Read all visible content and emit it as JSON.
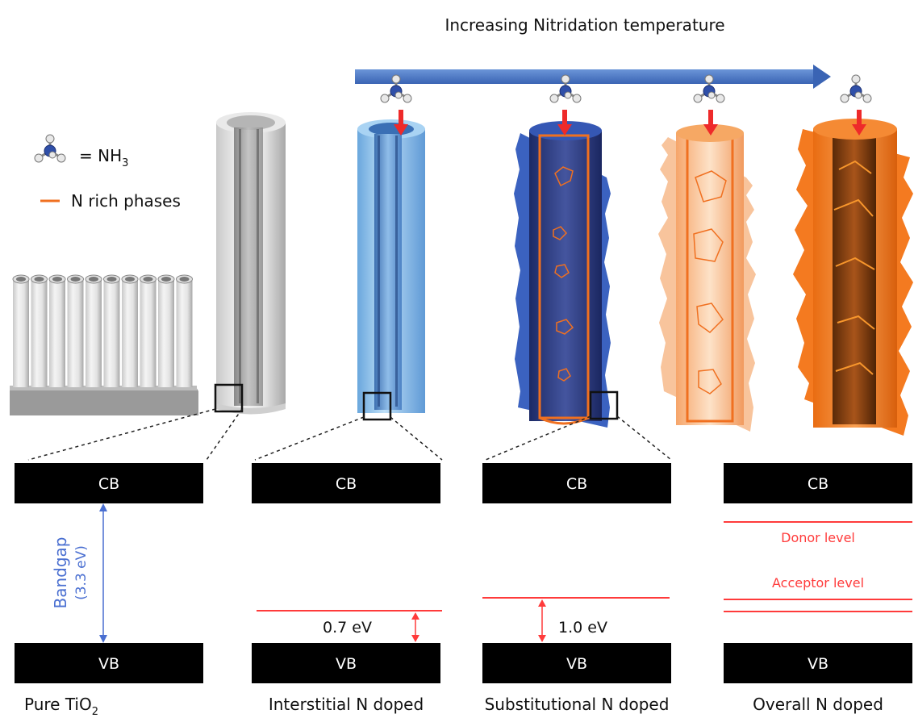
{
  "header": {
    "arrow_label": "Increasing Nitridation temperature"
  },
  "legend": {
    "nh3_eq": "= NH",
    "nh3_sub": "3",
    "n_rich": "N rich phases"
  },
  "bands": {
    "cb": "CB",
    "vb": "VB"
  },
  "panel1": {
    "bandgap_label": "Bandgap",
    "bandgap_value": "(3.3 eV)",
    "caption": "Pure TiO",
    "caption_sub": "2"
  },
  "panel2": {
    "gap": "0.7 eV",
    "caption": "Interstitial N doped"
  },
  "panel3": {
    "gap": "1.0 eV",
    "caption": "Substitutional N doped"
  },
  "panel4": {
    "donor": "Donor level",
    "acceptor": "Acceptor level",
    "caption": "Overall N doped"
  },
  "colors": {
    "arrow_blue": "#4472c4",
    "band_black": "#000000",
    "level_red": "#ff3b3b",
    "bandgap_blue": "#4a6fd1",
    "n_rich_orange": "#f07020",
    "tube_grey": "#d8d8d8",
    "tube_light_blue": "#8cc4ee",
    "tube_dark_blue": "#2c3f8a",
    "tube_peach": "#f7b98a",
    "tube_orange": "#f47a20"
  },
  "icons": [
    "nh3-molecule-icon",
    "red-down-arrow-icon",
    "double-headed-arrow-icon"
  ]
}
